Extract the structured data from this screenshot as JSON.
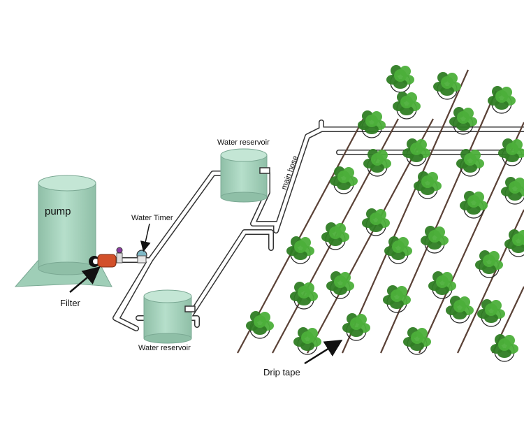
{
  "labels": {
    "pump": "pump",
    "filter": "Filter",
    "water_timer": "Water Timer",
    "reservoir_top": "Water reservoir",
    "reservoir_bottom": "Water reservoir",
    "main_hose": "main hose",
    "drip_tape": "Drip tape"
  },
  "colors": {
    "tank": "#a9d6bf",
    "tank_shade": "#8fbfa7",
    "pipe": "#ffffff",
    "pipe_outline": "#333333",
    "drip_tape": "#5a4136",
    "plant": "#4caf3a",
    "plant_dark": "#2f7d24",
    "filter": "#d2502a"
  },
  "icons": [
    "pump-tank",
    "filter-icon",
    "water-timer-icon",
    "reservoir-tank",
    "plant-icon",
    "arrow-icon"
  ]
}
